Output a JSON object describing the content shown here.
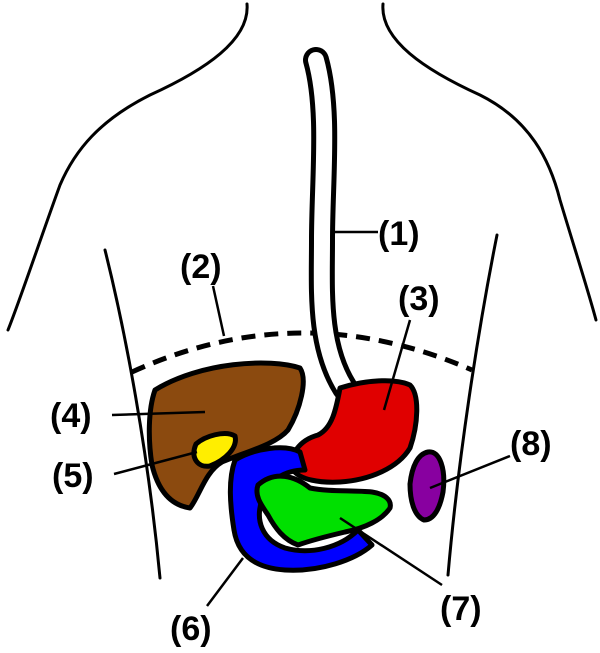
{
  "labels": {
    "esophagus": "(1)",
    "diaphragm": "(2)",
    "stomach": "(3)",
    "liver": "(4)",
    "gallbladder": "(5)",
    "duodenum": "(6)",
    "pancreas": "(7)",
    "spleen": "(8)"
  },
  "colors": {
    "stomach": "#e00000",
    "liver": "#8b4a0f",
    "gallbladder": "#ffee00",
    "duodenum": "#0000ff",
    "pancreas": "#00e000",
    "spleen": "#8800a0"
  }
}
